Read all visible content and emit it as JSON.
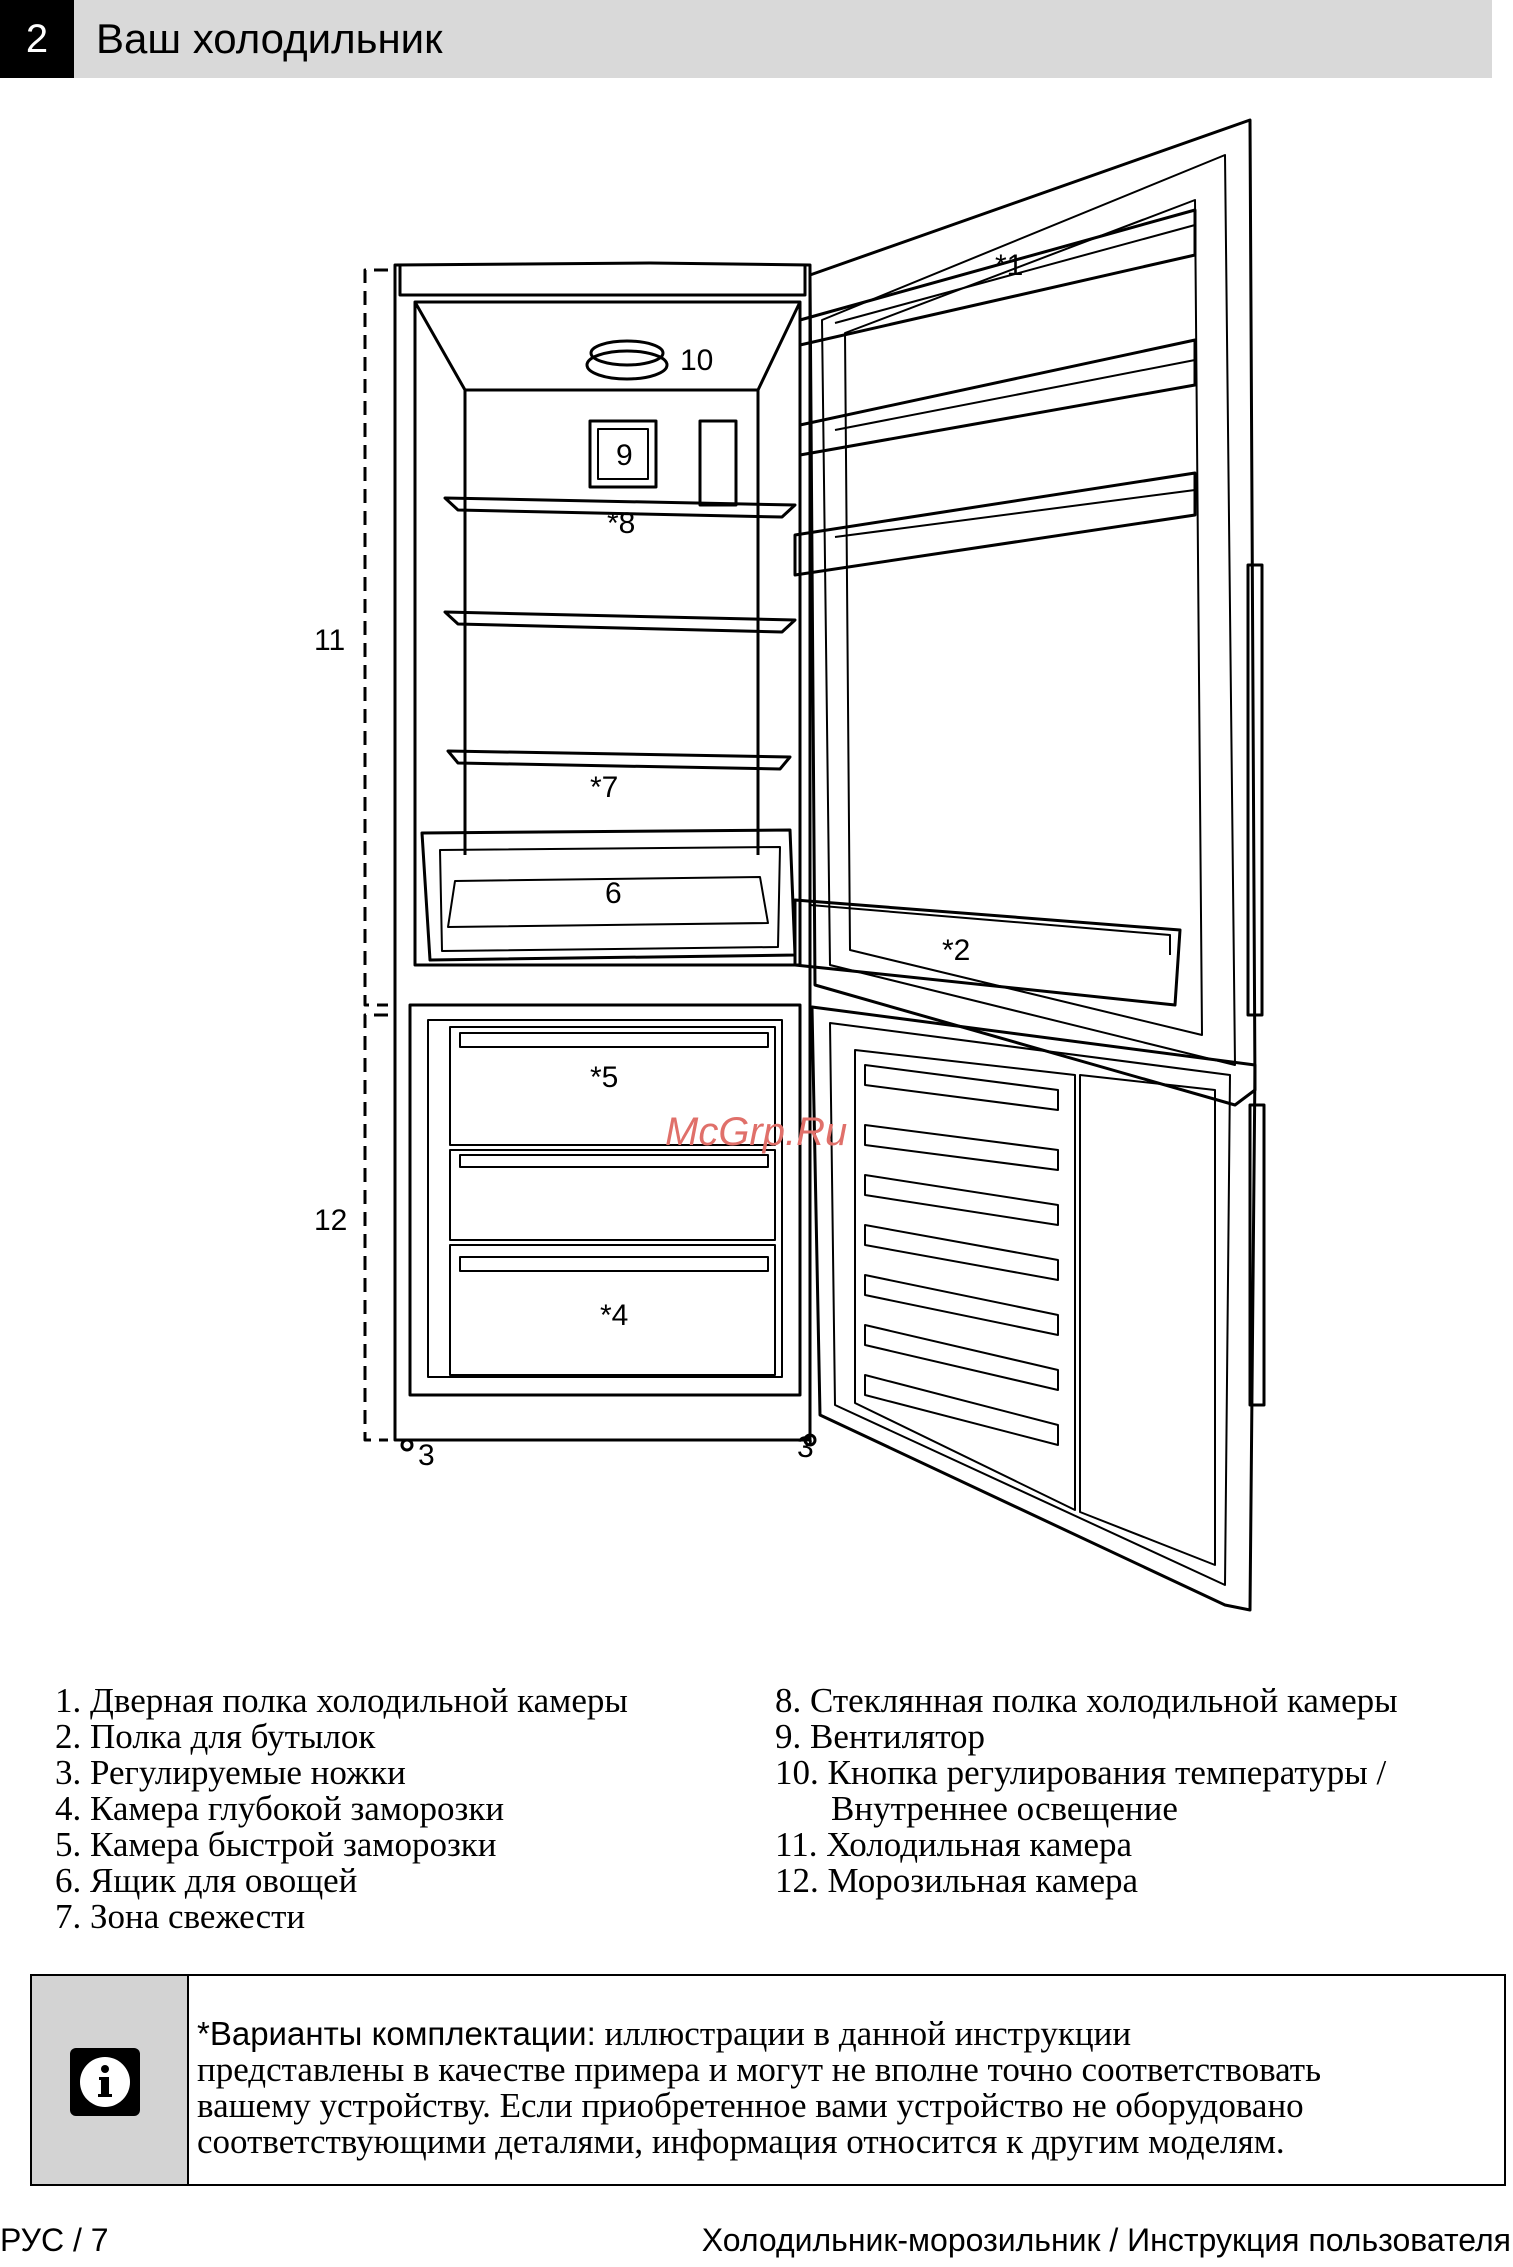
{
  "header": {
    "section_number": "2",
    "title": "Ваш холодильник"
  },
  "diagram": {
    "labels": {
      "l1": "*1",
      "l2": "*2",
      "l3a": "3",
      "l3b": "3",
      "l4": "*4",
      "l5": "*5",
      "l6": "6",
      "l7": "*7",
      "l8": "*8",
      "l9": "9",
      "l10": "10",
      "l11": "11",
      "l12": "12"
    },
    "watermark": "McGrp.Ru"
  },
  "legend": {
    "left": [
      "1. Дверная полка холодильной камеры",
      "2. Полка для бутылок",
      "3. Регулируемые ножки",
      "4. Камера глубокой заморозки",
      "5. Камера быстрой заморозки",
      "6. Ящик для овощей",
      "7. Зона свежести"
    ],
    "right": [
      "8. Стеклянная полка холодильной камеры",
      "9. Вентилятор",
      "10. Кнопка регулирования температуры /",
      "Внутреннее освещение",
      "11. Холодильная камера",
      "12. Морозильная камера"
    ]
  },
  "note": {
    "icon": "info-icon",
    "bold": "*Варианты комплектации:",
    "line1": " иллюстрации в данной инструкции",
    "line2": "представлены в качестве примера и могут не вполне точно соответствовать",
    "line3": "вашему устройству. Если приобретенное вами устройство не оборудовано",
    "line4": "соответствующими деталями, информация относится к другим моделям."
  },
  "footer": {
    "page": "РУС / 7",
    "doc_title": "Холодильник-морозильник / Инструкция пользователя"
  }
}
